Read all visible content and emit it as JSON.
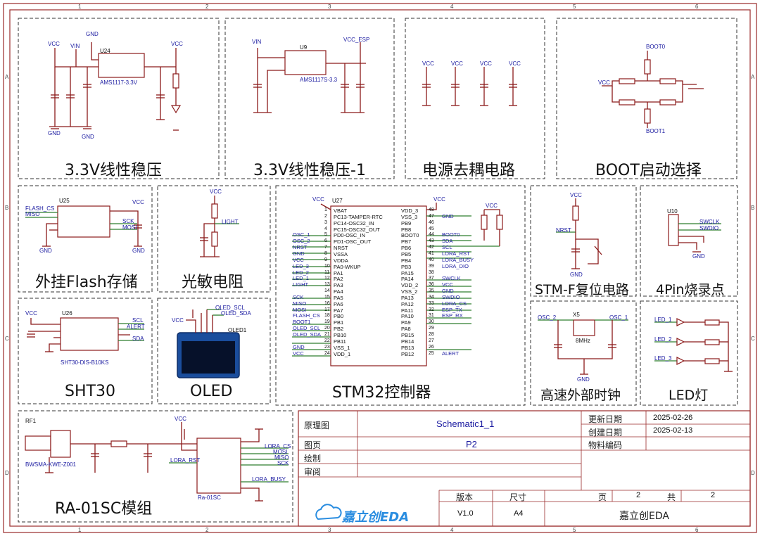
{
  "border": {
    "cols": [
      "1",
      "2",
      "3",
      "4",
      "5",
      "6"
    ],
    "rows": [
      "A",
      "B",
      "C",
      "D"
    ]
  },
  "blocks": {
    "ldo": "3.3V线性稳压",
    "ldo1": "3.3V线性稳压-1",
    "decouple": "电源去耦电路",
    "boot": "BOOT启动选择",
    "flash": "外挂Flash存储",
    "photo": "光敏电阻",
    "mcu": "STM32控制器",
    "reset": "STM-F复位电路",
    "swd": "4Pin烧录点",
    "sht": "SHT30",
    "oled": "OLED",
    "clock": "高速外部时钟",
    "led": "LED灯",
    "lora": "RA-01SC模组"
  },
  "parts": {
    "u24": "U24",
    "u24_name": "AMS1117-3.3V",
    "u9": "U9",
    "u9_name": "AMS1117S-3.3",
    "u25": "U25",
    "u26": "U26",
    "u26_name": "SHT30-DIS-B10KS",
    "u27": "U27",
    "u10": "U10",
    "x5": "X5",
    "x5_val": "8MHz",
    "rf1": "RF1",
    "rf1_name": "BWSMA-KWE-Z001",
    "ra": "Ra-01SC",
    "oled1": "OLED1"
  },
  "nets": {
    "vcc": "VCC",
    "vin": "VIN",
    "gnd": "GND",
    "vcc_esp": "VCC_ESP",
    "boot0": "BOOT0",
    "boot1": "BOOT1",
    "nrst": "NRST",
    "flash_cs": "FLASH_CS",
    "miso": "MISO",
    "sck": "SCK",
    "mosi": "MOSI",
    "light": "LIGHT",
    "scl": "SCL",
    "sda": "SDA",
    "alert": "ALERT",
    "oled_scl": "OLED_SCL",
    "oled_sda": "OLED_SDA",
    "swclk": "SWCLK",
    "swdio": "SWDIO",
    "osc1": "OSC_1",
    "osc2": "OSC_2",
    "led1": "LED_1",
    "led2": "LED_2",
    "led3": "LED_3",
    "lora_cs": "LORA_CS",
    "lora_rst": "LORA_RST",
    "lora_busy": "LORA_BUSY",
    "lora_dio": "LORA_DIO",
    "esp_tx": "ESP_TX",
    "esp_rx": "ESP_RX"
  },
  "mcu_left_pins": [
    "VBAT",
    "PC13-TAMPER-RTC",
    "PC14-OSC32_IN",
    "PC15-OSC32_OUT",
    "PD0-OSC_IN",
    "PD1-OSC_OUT",
    "NRST",
    "VSSA",
    "VDDA",
    "PA0-WKUP",
    "PA1",
    "PA2",
    "PA3",
    "PA4",
    "PA5",
    "PA6",
    "PA7",
    "PB0",
    "PB1",
    "PB2",
    "PB10",
    "PB11",
    "VSS_1",
    "VDD_1"
  ],
  "mcu_left_nums": [
    "1",
    "2",
    "3",
    "4",
    "5",
    "6",
    "7",
    "8",
    "9",
    "10",
    "11",
    "12",
    "13",
    "14",
    "15",
    "16",
    "17",
    "18",
    "19",
    "20",
    "21",
    "22",
    "23",
    "24"
  ],
  "mcu_right_pins": [
    "VDD_3",
    "VSS_3",
    "PB9",
    "PB8",
    "BOOT0",
    "PB7",
    "PB6",
    "PB5",
    "PB4",
    "PB3",
    "PA15",
    "PA14",
    "VDD_2",
    "VSS_2",
    "PA13",
    "PA12",
    "PA11",
    "PA10",
    "PA9",
    "PA8",
    "PB15",
    "PB14",
    "PB13",
    "PB12"
  ],
  "mcu_right_nums": [
    "48",
    "47",
    "46",
    "45",
    "44",
    "43",
    "42",
    "41",
    "40",
    "39",
    "38",
    "37",
    "36",
    "35",
    "34",
    "33",
    "32",
    "31",
    "30",
    "29",
    "28",
    "27",
    "26",
    "25"
  ],
  "mcu_left_nets": [
    "",
    "",
    "",
    "",
    "OSC_1",
    "OSC_2",
    "NRST",
    "GND",
    "VCC",
    "LED_3",
    "LED_2",
    "LED_1",
    "LIGHT",
    "",
    "SCK",
    "MISO",
    "MOSI",
    "FLASH_CS",
    "BOOT1",
    "OLED_SCL",
    "OLED_SDA",
    "",
    "GND",
    "VCC"
  ],
  "mcu_right_nets": [
    "",
    "GND",
    "",
    "",
    "BOOT0",
    "SDA",
    "SCL",
    "LORA_RST",
    "LORA_BUSY",
    "LORA_DIO",
    "",
    "SWCLK",
    "VCC",
    "GND",
    "SWDIO",
    "LORA_CS",
    "ESP_TX",
    "ESP_RX",
    "",
    "",
    "",
    "",
    "",
    "ALERT"
  ],
  "title_block": {
    "l1": "原理图",
    "v1": "Schematic1_1",
    "l2": "图页",
    "v2": "P2",
    "l3": "绘制",
    "l4": "审阅",
    "upd_l": "更新日期",
    "upd_v": "2025-02-26",
    "cre_l": "创建日期",
    "cre_v": "2025-02-13",
    "mat_l": "物料编码",
    "ver_l": "版本",
    "ver_v": "V1.0",
    "size_l": "尺寸",
    "size_v": "A4",
    "page_l": "页",
    "page_v": "2",
    "total_l": "共",
    "total_v": "2",
    "company": "嘉立创EDA",
    "logo": "嘉立创EDA"
  }
}
